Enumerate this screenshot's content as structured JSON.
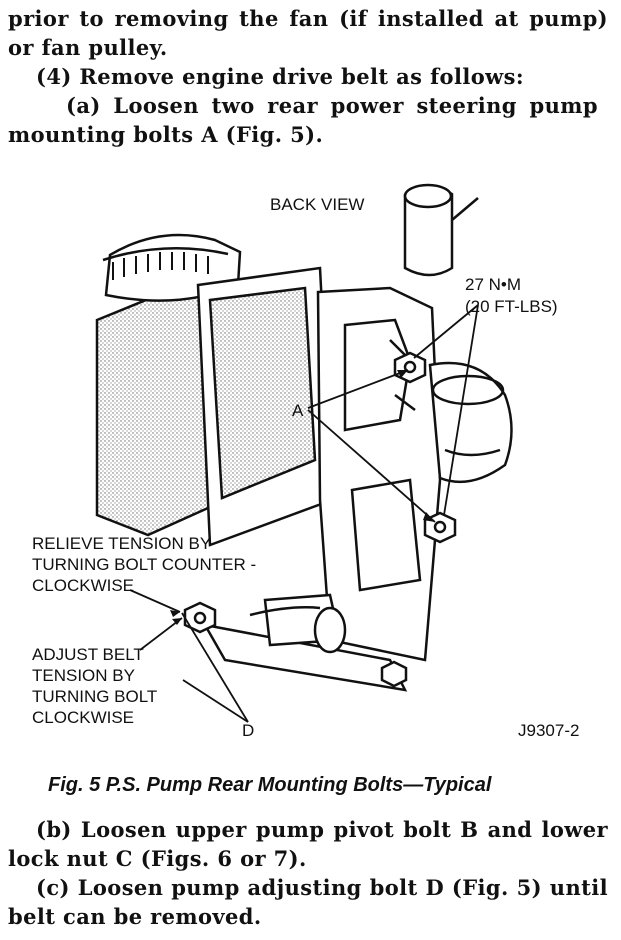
{
  "text": {
    "p1": "prior to removing the fan (if installed at pump) or fan pulley.",
    "p2": "(4) Remove engine drive belt as follows:",
    "p3": "(a) Loosen two rear power steering pump mounting bolts A (Fig. 5).",
    "p4": "(b) Loosen upper pump pivot bolt B and lower lock nut C (Figs. 6 or 7).",
    "p5": "(c) Loosen pump adjusting bolt D (Fig. 5) until belt can be removed."
  },
  "figure": {
    "view_label": "BACK VIEW",
    "torque_line1": "27 N•M",
    "torque_line2": "(20 FT-LBS)",
    "callout_a": "A",
    "callout_d": "D",
    "relieve_line1": "RELIEVE TENSION BY",
    "relieve_line2": "TURNING BOLT COUNTER -",
    "relieve_line3": "CLOCKWISE",
    "adjust_line1": "ADJUST BELT",
    "adjust_line2": "TENSION BY",
    "adjust_line3": "TURNING BOLT",
    "adjust_line4": "CLOCKWISE",
    "figure_id": "J9307-2",
    "caption": "Fig. 5 P.S. Pump Rear Mounting Bolts—Typical"
  }
}
